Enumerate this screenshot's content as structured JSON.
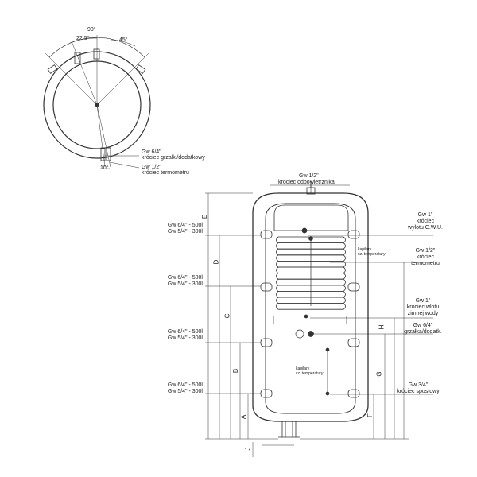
{
  "top_view": {
    "angle_total": "90°",
    "angle_a": "22,5°",
    "angle_b": "45°",
    "angle_bottom": "10°",
    "label_heater_1": "Gw 6/4\"",
    "label_heater_2": "króciec grzałki/dodatkowy",
    "label_thermo_1": "Gw 1/2\"",
    "label_thermo_2": "króciec termometru"
  },
  "top_connection": {
    "line1": "Gw 1/2\"",
    "line2": "króciec odpowietrznika"
  },
  "left_labels": [
    {
      "line1": "Gw 6/4\" - 500l",
      "line2": "Gw 5/4\" - 300l"
    },
    {
      "line1": "Gw 6/4\" - 500l",
      "line2": "Gw 5/4\" - 300l"
    },
    {
      "line1": "Gw 6/4\" - 500l",
      "line2": "Gw 5/4\" - 300l"
    },
    {
      "line1": "Gw 6/4\" - 500l",
      "line2": "Gw 5/4\" - 300l"
    }
  ],
  "right_labels": {
    "hw_outlet": {
      "line1": "Gw 1\"",
      "line2": "króciec",
      "line3": "wylotu C.W.U."
    },
    "thermometer": {
      "line1": "Gw 1/2\"",
      "line2": "króciec",
      "line3": "termometru"
    },
    "cold_inlet": {
      "line1": "Gw 1\"",
      "line2": "króciec wlotu",
      "line3": "zimnej wody"
    },
    "heater": {
      "line1": "Gw 6/4\"",
      "line2": "grzałka/dodatk."
    },
    "drain": {
      "line1": "Gw 3/4\"",
      "line2": "króciec spustowy"
    }
  },
  "capillary_1": {
    "line1": "kapilary",
    "line2": "cz. temperatury"
  },
  "capillary_2": {
    "line1": "kapilary",
    "line2": "cz. temperatury"
  },
  "dimensions": {
    "left": [
      "E",
      "D",
      "C",
      "B",
      "A"
    ],
    "right": [
      "I",
      "H",
      "G",
      "F"
    ],
    "bottom": "J"
  }
}
